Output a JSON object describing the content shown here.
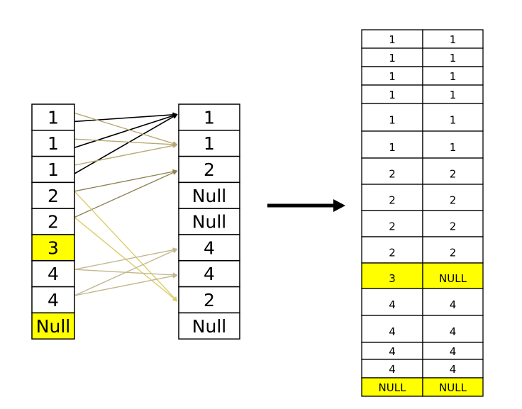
{
  "left_column": {
    "cells": [
      {
        "text": "1",
        "highlight": false
      },
      {
        "text": "1",
        "highlight": false
      },
      {
        "text": "1",
        "highlight": false
      },
      {
        "text": "2",
        "highlight": false
      },
      {
        "text": "2",
        "highlight": false
      },
      {
        "text": "3",
        "highlight": true
      },
      {
        "text": "4",
        "highlight": false
      },
      {
        "text": "4",
        "highlight": false
      },
      {
        "text": "Null",
        "highlight": true
      }
    ]
  },
  "middle_column": {
    "cells": [
      {
        "text": "1"
      },
      {
        "text": "1"
      },
      {
        "text": "2"
      },
      {
        "text": "Null"
      },
      {
        "text": "Null"
      },
      {
        "text": "4"
      },
      {
        "text": "4"
      },
      {
        "text": "2"
      },
      {
        "text": "Null"
      }
    ]
  },
  "mappings": [
    {
      "from": 0,
      "to": 0,
      "color": "#000000"
    },
    {
      "from": 1,
      "to": 0,
      "color": "#000000"
    },
    {
      "from": 2,
      "to": 0,
      "color": "#000000"
    },
    {
      "from": 0,
      "to": 1,
      "color": "#b9a874"
    },
    {
      "from": 1,
      "to": 1,
      "color": "#b9a874"
    },
    {
      "from": 2,
      "to": 1,
      "color": "#b9a874"
    },
    {
      "from": 3,
      "to": 2,
      "color": "#8f8555"
    },
    {
      "from": 4,
      "to": 2,
      "color": "#8f8555"
    },
    {
      "from": 3,
      "to": 7,
      "color": "#dccd6a"
    },
    {
      "from": 4,
      "to": 7,
      "color": "#dccd6a"
    },
    {
      "from": 6,
      "to": 5,
      "color": "#c3b88f"
    },
    {
      "from": 7,
      "to": 5,
      "color": "#c3b88f"
    },
    {
      "from": 6,
      "to": 6,
      "color": "#c3b88f"
    },
    {
      "from": 7,
      "to": 6,
      "color": "#c3b88f"
    }
  ],
  "result_table": {
    "rows": [
      {
        "a": "1",
        "b": "1",
        "highlight": false
      },
      {
        "a": "1",
        "b": "1",
        "highlight": false
      },
      {
        "a": "1",
        "b": "1",
        "highlight": false
      },
      {
        "a": "1",
        "b": "1",
        "highlight": false
      },
      {
        "a": "1",
        "b": "1",
        "highlight": false
      },
      {
        "a": "1",
        "b": "1",
        "highlight": false
      },
      {
        "a": "2",
        "b": "2",
        "highlight": false
      },
      {
        "a": "2",
        "b": "2",
        "highlight": false
      },
      {
        "a": "2",
        "b": "2",
        "highlight": false
      },
      {
        "a": "2",
        "b": "2",
        "highlight": false
      },
      {
        "a": "3",
        "b": "NULL",
        "highlight": true
      },
      {
        "a": "4",
        "b": "4",
        "highlight": false
      },
      {
        "a": "4",
        "b": "4",
        "highlight": false
      },
      {
        "a": "4",
        "b": "4",
        "highlight": false
      },
      {
        "a": "4",
        "b": "4",
        "highlight": false
      },
      {
        "a": "NULL",
        "b": "NULL",
        "highlight": true
      }
    ]
  },
  "colors": {
    "highlight": "#ffff00",
    "border": "#000000",
    "result_arrow": "#000000"
  }
}
